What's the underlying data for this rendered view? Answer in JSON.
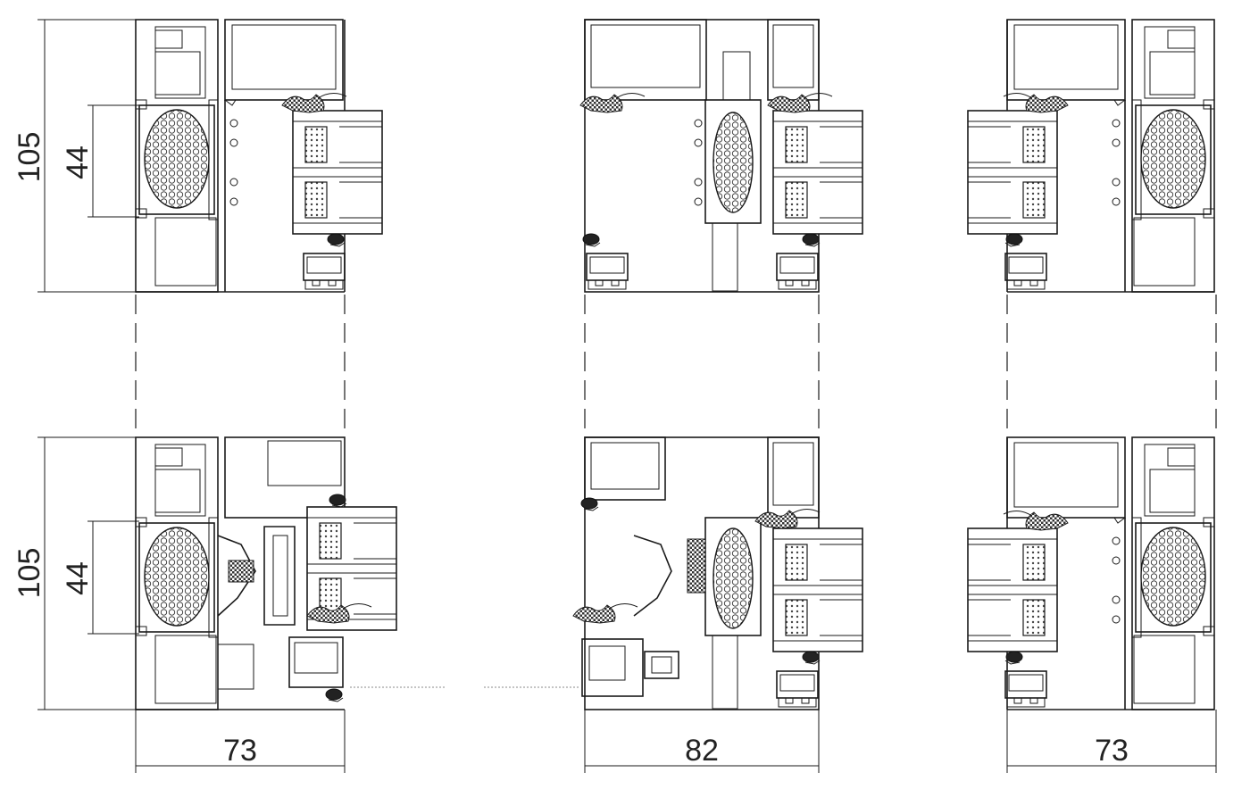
{
  "drawing": {
    "dimensions": {
      "top_left_height": "105",
      "top_left_inner": "44",
      "bottom_left_height": "105",
      "bottom_left_inner": "44",
      "bottom_width_left": "73",
      "bottom_width_middle": "82",
      "bottom_width_right": "73"
    }
  }
}
